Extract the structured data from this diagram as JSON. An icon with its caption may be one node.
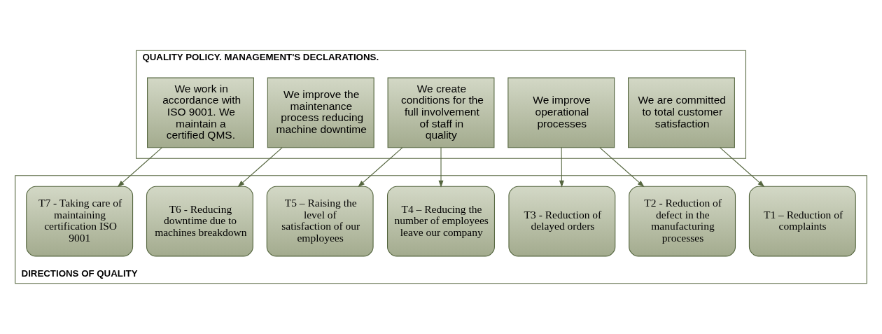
{
  "diagram": {
    "nodes": [
      {
        "text": [
          "QUALITY POLICY. MANAGEMENT'S DECLARATIONS."
        ]
      },
      {
        "text": [
          "We are committed to total customer satisfaction"
        ],
        "in": 0
      },
      {
        "text": [
          "We improve operational processes"
        ],
        "in": 0
      },
      {
        "text": [
          "We create conditions for the full involvement of staff in quality"
        ],
        "in": 0
      },
      {
        "text": [
          "We improve the maintenance process reducing machine downtime"
        ],
        "in": 0
      },
      {
        "text": [
          "We work in accordance with ISO 9001. We maintain a certified QMS."
        ],
        "in": 0
      },
      {
        "text": [
          "DIRECTIONS OF QUALITY"
        ]
      },
      {
        "text": [
          "T1 – Reduction of complaints"
        ],
        "in": 6
      },
      {
        "text": [
          "T2 - Reduction of defect in the manufacturing processes"
        ],
        "in": 6
      },
      {
        "text": [
          "T3 - Reduction of delayed orders"
        ],
        "in": 6
      },
      {
        "text": [
          "T4 – Reducing the number of employees leave our company"
        ],
        "in": 6
      },
      {
        "text": [
          "T5 – Raising the level of satisfaction of our employees"
        ],
        "in": 6
      },
      {
        "text": [
          "T6 - Reducing downtime due to machines breakdown"
        ],
        "in": 6
      },
      {
        "text": [
          "T7 - Taking care of maintaining certification ISO 9001"
        ],
        "in": 6
      }
    ],
    "edges": [
      {
        "from": 1,
        "to": 7,
        "arrow": "to"
      },
      {
        "from": 2,
        "to": 8,
        "arrow": "to"
      },
      {
        "from": 2,
        "to": 9,
        "arrow": "to"
      },
      {
        "from": 3,
        "to": 10,
        "arrow": "to"
      },
      {
        "from": 3,
        "to": 11,
        "arrow": "to"
      },
      {
        "from": 4,
        "to": 12,
        "arrow": "to"
      },
      {
        "from": 5,
        "to": 13,
        "arrow": "to"
      }
    ]
  }
}
